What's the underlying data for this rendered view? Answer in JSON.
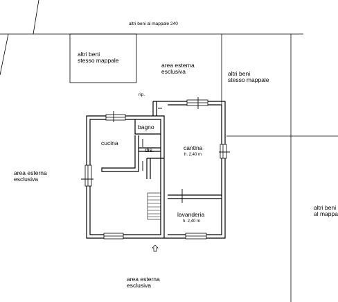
{
  "labels": {
    "top_neighbor": "altri beni al mappale 240",
    "same_parcel_left": "altri beni\nstesso mappale",
    "same_parcel_right": "altri beni\nstesso mappale",
    "exclusive_area_top": "area esterna\nesclusiva",
    "exclusive_area_left": "area esterna\nesclusiva",
    "exclusive_area_bottom": "area esterna\nesclusiva",
    "neighbor_right_clipped": "altri beni\nal mappale"
  },
  "rooms": {
    "storage": "rip.",
    "bathroom": "bagno",
    "kitchen": "cucina",
    "hallway": "dis.",
    "cellar": "cantina",
    "cellar_height": "h. 2,40 m",
    "laundry": "lavanderia",
    "laundry_height": "h. 2,40 m"
  },
  "symbols": {
    "entrance_arrow": "entrance-arrow"
  }
}
